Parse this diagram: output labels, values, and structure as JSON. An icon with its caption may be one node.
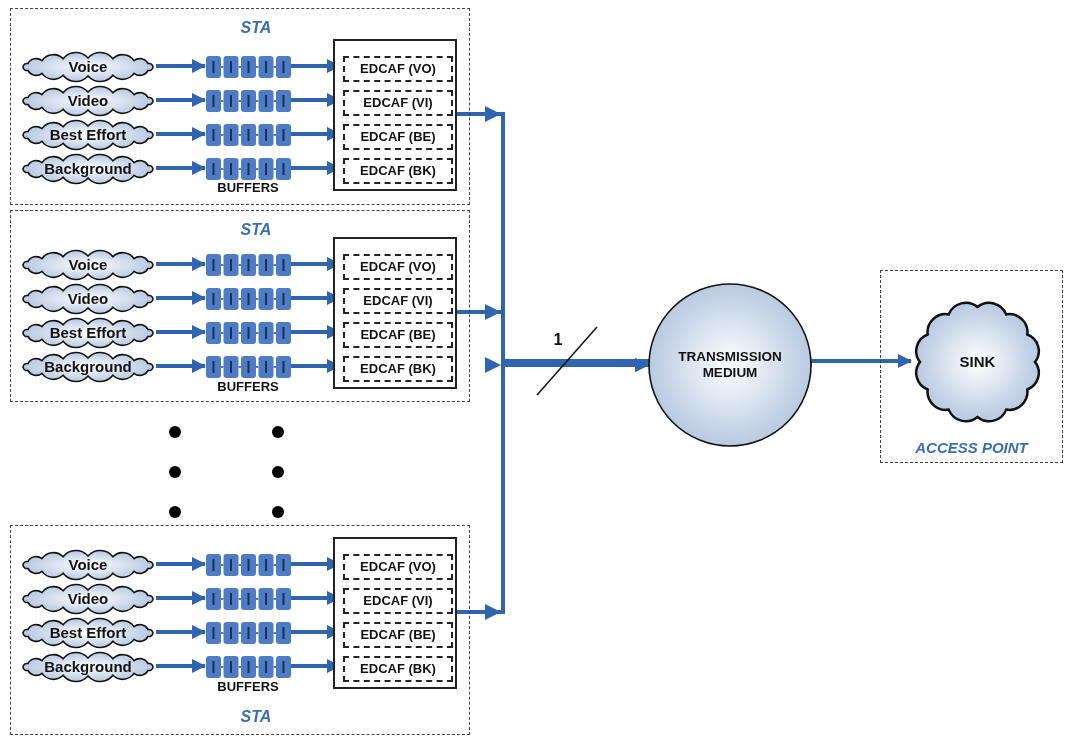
{
  "diagram": {
    "nodes": [
      {
        "text": [
          "STA"
        ]
      },
      {
        "text": [
          "Voice"
        ],
        "in": 0
      },
      {
        "text": [
          "Video"
        ],
        "in": 0
      },
      {
        "text": [
          "Best Effort"
        ],
        "in": 0
      },
      {
        "text": [
          "Background"
        ],
        "in": 0
      },
      {
        "text": [],
        "shape": "box",
        "in": 0
      },
      {
        "text": [],
        "shape": "box",
        "in": 0
      },
      {
        "text": [],
        "shape": "box",
        "in": 0
      },
      {
        "text": [],
        "shape": "box",
        "in": 0
      },
      {
        "text": [],
        "shape": "box",
        "in": 0
      },
      {
        "text": [
          "EDCAF (VO)"
        ],
        "in": 9
      },
      {
        "text": [
          "EDCAF (VI)"
        ],
        "in": 9
      },
      {
        "text": [
          "EDCAF (BE)"
        ],
        "in": 9
      },
      {
        "text": [
          "EDCAF (BK)"
        ],
        "in": 9
      },
      {
        "text": [
          "STA"
        ]
      },
      {
        "text": [
          "Voice"
        ],
        "in": 14
      },
      {
        "text": [
          "Video"
        ],
        "in": 14
      },
      {
        "text": [
          "Best Effort"
        ],
        "in": 14
      },
      {
        "text": [
          "Background"
        ],
        "in": 14
      },
      {
        "text": [],
        "shape": "box",
        "in": 14
      },
      {
        "text": [],
        "shape": "box",
        "in": 14
      },
      {
        "text": [],
        "shape": "box",
        "in": 14
      },
      {
        "text": [],
        "shape": "box",
        "in": 14
      },
      {
        "text": [],
        "shape": "box",
        "in": 14
      },
      {
        "text": [
          "EDCAF (VO)"
        ],
        "in": 23
      },
      {
        "text": [
          "EDCAF (VI)"
        ],
        "in": 23
      },
      {
        "text": [
          "EDCAF (BE)"
        ],
        "in": 23
      },
      {
        "text": [
          "EDCAF (BK)"
        ],
        "in": 23
      },
      {
        "text": [
          "STA"
        ]
      },
      {
        "text": [
          "Voice"
        ],
        "in": 28
      },
      {
        "text": [
          "Video"
        ],
        "in": 28
      },
      {
        "text": [
          "Best Effort"
        ],
        "in": 28
      },
      {
        "text": [
          "Background"
        ],
        "in": 28
      },
      {
        "text": [],
        "shape": "box",
        "in": 28
      },
      {
        "text": [],
        "shape": "box",
        "in": 28
      },
      {
        "text": [],
        "shape": "box",
        "in": 28
      },
      {
        "text": [],
        "shape": "box",
        "in": 28
      },
      {
        "text": [],
        "shape": "box",
        "in": 28
      },
      {
        "text": [
          "EDCAF (VO)"
        ],
        "in": 37
      },
      {
        "text": [
          "EDCAF (VI)"
        ],
        "in": 37
      },
      {
        "text": [
          "EDCAF (BE)"
        ],
        "in": 37
      },
      {
        "text": [
          "EDCAF (BK)"
        ],
        "in": 37
      },
      {
        "text": [
          "TRANSMISSION MEDIUM"
        ]
      },
      {
        "text": [
          "ACCESS POINT"
        ]
      },
      {
        "text": [
          "SINK"
        ],
        "in": 43
      }
    ],
    "edges": [
      {
        "from": 1,
        "to": 5,
        "arrow": "to"
      },
      {
        "from": 2,
        "to": 6,
        "arrow": "to"
      },
      {
        "from": 3,
        "to": 7,
        "arrow": "to"
      },
      {
        "from": 4,
        "to": 8,
        "arrow": "to"
      },
      {
        "from": 5,
        "to": 10,
        "arrow": "to"
      },
      {
        "from": 6,
        "to": 11,
        "arrow": "to"
      },
      {
        "from": 7,
        "to": 12,
        "arrow": "to"
      },
      {
        "from": 8,
        "to": 13,
        "arrow": "to"
      },
      {
        "from": 9,
        "to": 42,
        "arrow": "to"
      },
      {
        "from": 15,
        "to": 19,
        "arrow": "to"
      },
      {
        "from": 16,
        "to": 20,
        "arrow": "to"
      },
      {
        "from": 17,
        "to": 21,
        "arrow": "to"
      },
      {
        "from": 18,
        "to": 22,
        "arrow": "to"
      },
      {
        "from": 19,
        "to": 24,
        "arrow": "to"
      },
      {
        "from": 20,
        "to": 25,
        "arrow": "to"
      },
      {
        "from": 21,
        "to": 26,
        "arrow": "to"
      },
      {
        "from": 22,
        "to": 27,
        "arrow": "to"
      },
      {
        "from": 23,
        "to": 42,
        "arrow": "to"
      },
      {
        "from": 29,
        "to": 33,
        "arrow": "to"
      },
      {
        "from": 30,
        "to": 34,
        "arrow": "to"
      },
      {
        "from": 31,
        "to": 35,
        "arrow": "to"
      },
      {
        "from": 32,
        "to": 36,
        "arrow": "to"
      },
      {
        "from": 33,
        "to": 38,
        "arrow": "to"
      },
      {
        "from": 34,
        "to": 39,
        "arrow": "to"
      },
      {
        "from": 35,
        "to": 40,
        "arrow": "to"
      },
      {
        "from": 36,
        "to": 41,
        "arrow": "to"
      },
      {
        "from": 37,
        "to": 42,
        "arrow": "to"
      },
      {
        "from": 42,
        "to": 44,
        "arrow": "to"
      }
    ],
    "labels": [
      "BUFFERS",
      "BUFFERS",
      "BUFFERS",
      "1"
    ]
  }
}
